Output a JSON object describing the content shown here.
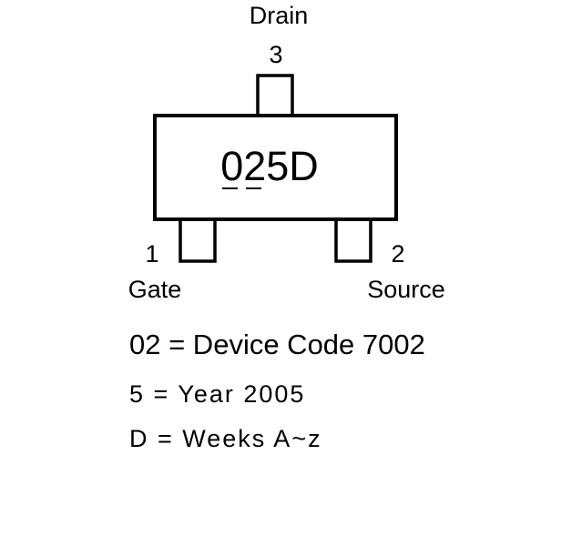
{
  "pins": {
    "drain": {
      "name": "Drain",
      "number": "3"
    },
    "gate": {
      "name": "Gate",
      "number": "1"
    },
    "source": {
      "name": "Source",
      "number": "2"
    }
  },
  "marking": {
    "code": "025D",
    "underline_marks": "_ _"
  },
  "legend": {
    "device": "02 = Device Code 7002",
    "year": "5 = Year 2005",
    "week": "D = Weeks A~z"
  },
  "colors": {
    "stroke": "#000000",
    "background": "#ffffff"
  }
}
